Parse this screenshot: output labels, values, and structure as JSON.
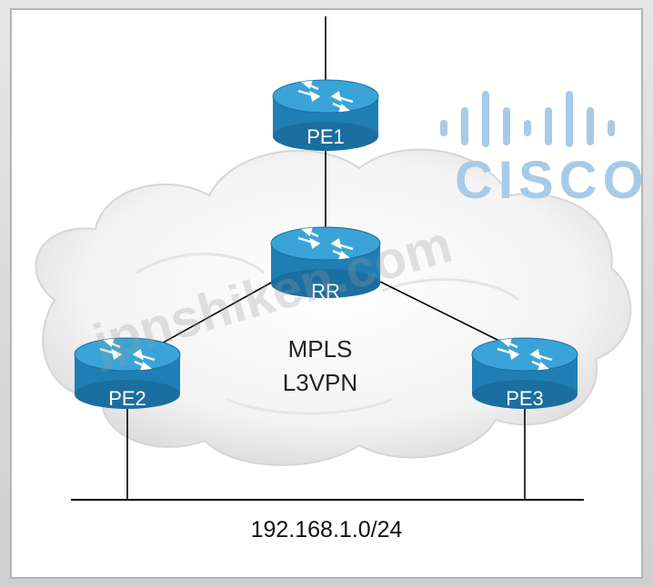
{
  "colors": {
    "router_top": "#2f9bd1",
    "router_side": "#1f7fb4",
    "cisco_logo": "#a7cbe6",
    "line": "#000000"
  },
  "logo": {
    "text": "CISCO"
  },
  "watermark": {
    "text": "jpnshiken.com"
  },
  "routers": {
    "pe1": {
      "label": "PE1"
    },
    "rr": {
      "label": "RR"
    },
    "pe2": {
      "label": "PE2"
    },
    "pe3": {
      "label": "PE3"
    }
  },
  "cloud": {
    "line1": "MPLS",
    "line2": "L3VPN"
  },
  "subnet": {
    "label": "192.168.1.0/24"
  }
}
